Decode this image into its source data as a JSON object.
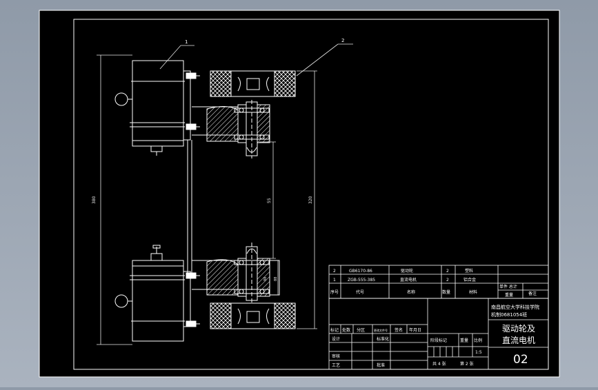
{
  "colors": {
    "background": "#9aa4b1",
    "sheet": "#000000",
    "line": "#ffffff",
    "dim": "#e8e8e8"
  },
  "callouts": {
    "part_1": "1",
    "part_2": "2"
  },
  "dimensions": {
    "overall": "380",
    "inner": "55",
    "right": "320",
    "shaft_left": "88",
    "shaft_right": "88"
  },
  "bom": [
    {
      "no": "2",
      "code": "GB6170-86",
      "name": "驱动轮",
      "qty": "2",
      "material": "塑料",
      "weight": ""
    },
    {
      "no": "1",
      "code": "ZGB-555-385",
      "name": "直流电机",
      "qty": "2",
      "material": "铝合金",
      "weight": ""
    }
  ],
  "bom_header": {
    "no": "序号",
    "code": "代号",
    "name": "名称",
    "qty": "数量",
    "material": "材料",
    "single_total": "单件 总计",
    "weight": "重量",
    "remark": "备注"
  },
  "title_block": {
    "school": "南昌航空大学科技学院",
    "class": "机制0681054班",
    "title_line1": "驱动轮及",
    "title_line2": "直流电机",
    "drawing_no": "02",
    "scale_label": "比例",
    "scale": "1:5",
    "weight_label": "重量",
    "stage_label": "阶段标记",
    "sheets": "共 4 张",
    "sheet_no": "第 2 张",
    "mark_row": [
      "标记",
      "处数",
      "分区",
      "更改文件号",
      "签名",
      "年月日"
    ],
    "design": "设计",
    "standard": "标准化",
    "review": "审核",
    "process": "工艺",
    "approve": "批准"
  }
}
